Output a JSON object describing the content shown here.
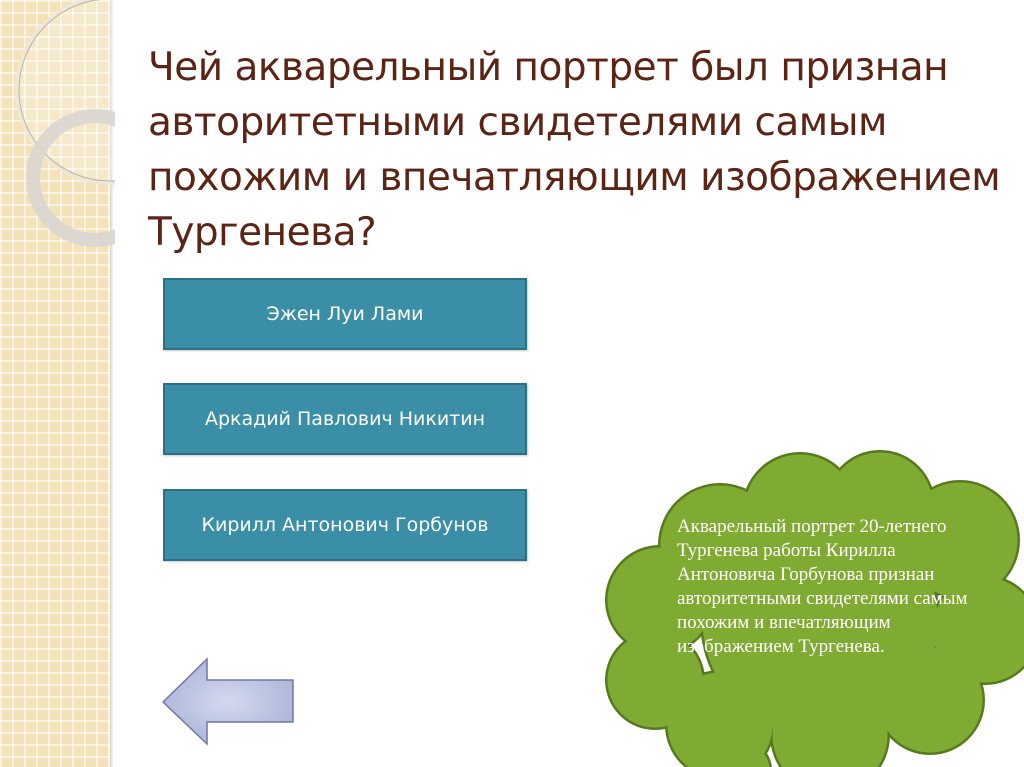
{
  "slide": {
    "title": "Чей акварельный портрет был признан авторитетными свидетелями самым похожим и впечатляющим изображением Тургенева?",
    "answers": [
      {
        "label": "Эжен Луи Лами"
      },
      {
        "label": "Аркадий Павлович Никитин"
      },
      {
        "label": "Кирилл Антонович Горбунов"
      }
    ],
    "back_button": {
      "icon": "arrow-left-icon"
    },
    "callout": {
      "text": "Акварельный портрет 20-летнего Тургенева работы Кирилла Антоновича Горбунова признан авторитетными свидетелями самым похожим и впечатляющим изображением Тургенева.",
      "shape": "cloud"
    }
  },
  "colors": {
    "title": "#5c2414",
    "answer_fill": "#3a8fa6",
    "cloud_fill": "#80ab33",
    "cloud_stroke": "#577a1f",
    "arrow_fill": "#b8c0df"
  }
}
